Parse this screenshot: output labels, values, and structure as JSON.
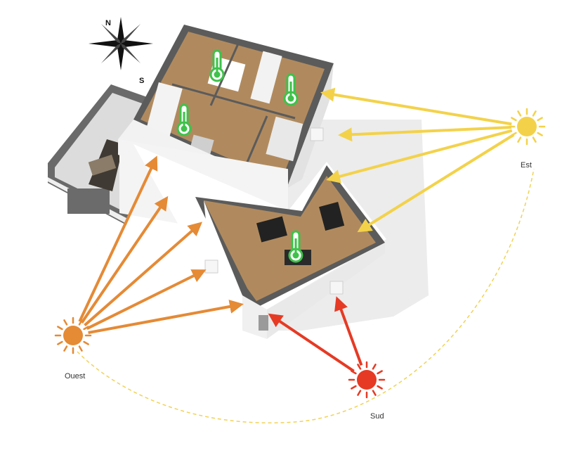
{
  "suns": {
    "east": {
      "label": "Est",
      "color": "#f3d24a"
    },
    "west": {
      "label": "Ouest",
      "color": "#e58a35"
    },
    "south": {
      "label": "Sud",
      "color": "#e63a24"
    }
  },
  "compass": {
    "north": "N",
    "south": "S"
  },
  "colors": {
    "thermometer": "#3ec24a",
    "arc": "#f1d255",
    "wall": "#5b5b5b",
    "floor": "#b08a5e"
  }
}
